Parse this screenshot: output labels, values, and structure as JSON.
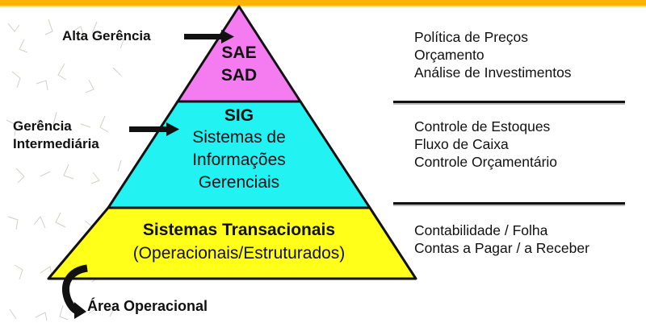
{
  "colors": {
    "top_bar": "#FFB300",
    "tier_top": "#F57CF0",
    "tier_middle": "#22F2F2",
    "tier_bottom": "#FFFF1A",
    "outline": "#111111"
  },
  "pyramid": {
    "top": {
      "line1": "SAE",
      "line2": "SAD"
    },
    "middle": {
      "title": "SIG",
      "line1": "Sistemas de",
      "line2": "Informações",
      "line3": "Gerenciais"
    },
    "bottom": {
      "title": "Sistemas Transacionais",
      "subtitle": "(Operacionais/Estruturados)"
    }
  },
  "levels": {
    "top": {
      "label": "Alta Gerência",
      "icon": "arrow-right-icon"
    },
    "middle": {
      "line1": "Gerência",
      "line2": "Intermediária",
      "icon": "arrow-right-icon"
    },
    "bottom": {
      "label": "Área Operacional",
      "icon": "curved-arrow-icon"
    }
  },
  "examples": {
    "top": [
      "Política de Preços",
      "Orçamento",
      "Análise de Investimentos"
    ],
    "middle": [
      "Controle de Estoques",
      "Fluxo de Caixa",
      "Controle Orçamentário"
    ],
    "bottom": [
      "Contabilidade / Folha",
      "Contas a Pagar / a Receber"
    ]
  }
}
